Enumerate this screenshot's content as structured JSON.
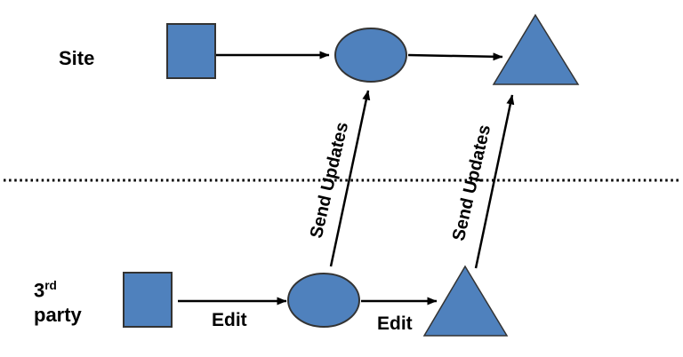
{
  "lanes": {
    "site": {
      "label": "Site"
    },
    "third_party": {
      "base": "3",
      "sup": "rd",
      "line2": "party"
    }
  },
  "labels": {
    "send_updates_left": "Send Updates",
    "send_updates_right": "Send Updates",
    "edit_left": "Edit",
    "edit_right": "Edit"
  },
  "diagram": {
    "nodes": [
      {
        "id": "site-square",
        "shape": "square",
        "lane": "Site"
      },
      {
        "id": "site-ellipse",
        "shape": "ellipse",
        "lane": "Site"
      },
      {
        "id": "site-triangle",
        "shape": "triangle",
        "lane": "Site"
      },
      {
        "id": "third-party-square",
        "shape": "square",
        "lane": "3rd party"
      },
      {
        "id": "third-party-ellipse",
        "shape": "ellipse",
        "lane": "3rd party"
      },
      {
        "id": "third-party-triangle",
        "shape": "triangle",
        "lane": "3rd party"
      }
    ],
    "edges": [
      {
        "from": "site-square",
        "to": "site-ellipse",
        "label": ""
      },
      {
        "from": "site-ellipse",
        "to": "site-triangle",
        "label": ""
      },
      {
        "from": "third-party-square",
        "to": "third-party-ellipse",
        "label": "Edit"
      },
      {
        "from": "third-party-ellipse",
        "to": "third-party-triangle",
        "label": "Edit"
      },
      {
        "from": "third-party-ellipse",
        "to": "site-ellipse",
        "label": "Send Updates"
      },
      {
        "from": "third-party-triangle",
        "to": "site-triangle",
        "label": "Send Updates"
      }
    ]
  },
  "colors": {
    "background": "#ffffff",
    "shape_fill": "#4f81bd",
    "shape_stroke": "#333333",
    "arrow_color": "#000000",
    "divider_color": "#000000",
    "text_color": "#000000"
  }
}
